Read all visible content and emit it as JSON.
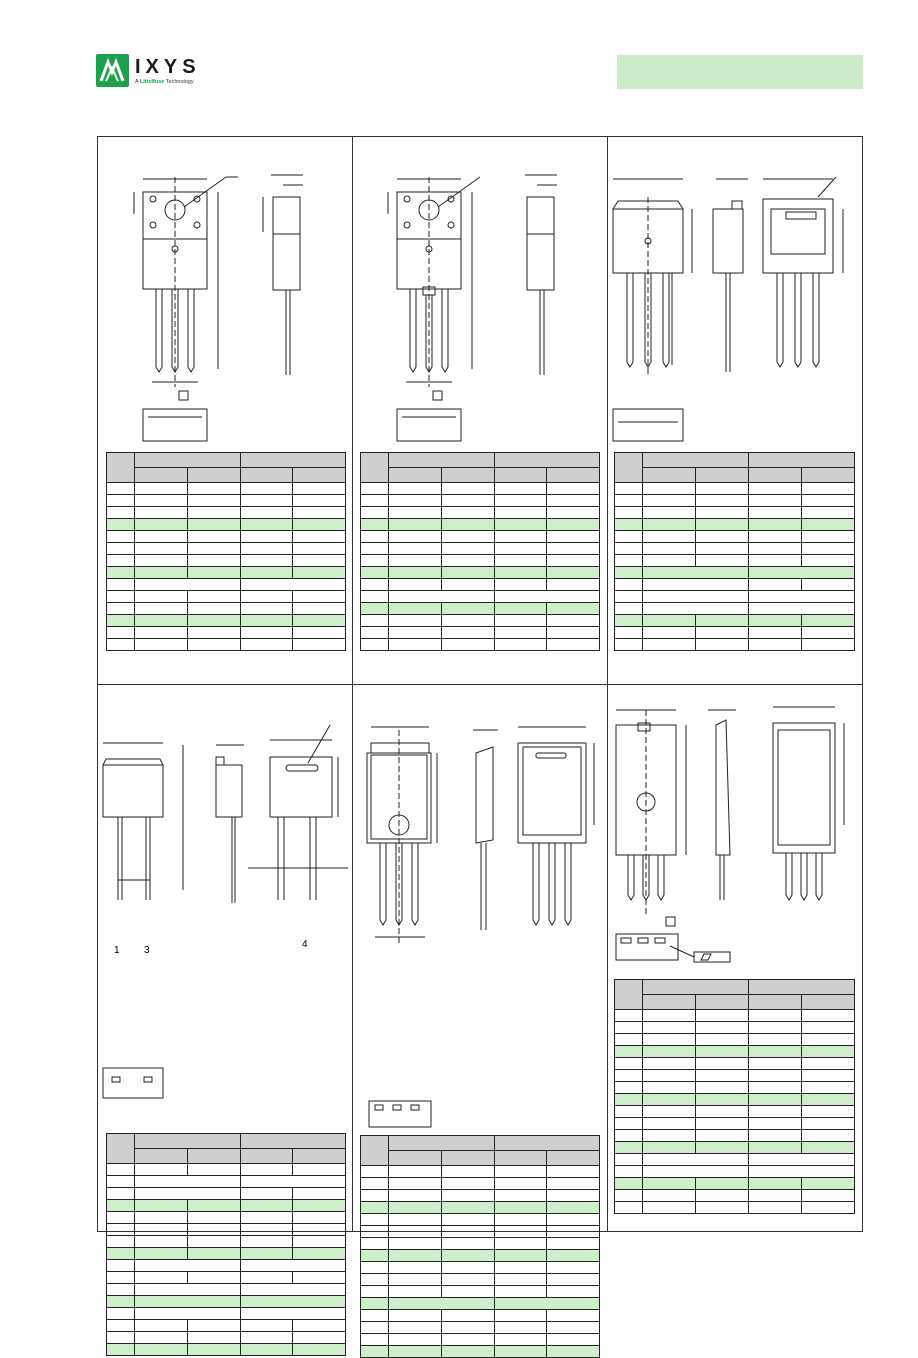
{
  "brand": {
    "name": "IXYS",
    "tagline_prefix": "A ",
    "tagline_brand": "Littelfuse",
    "tagline_suffix": " Technology",
    "logo_color": "#1aa24a"
  },
  "header_band_color": "#ccebc8",
  "table_highlight_color": "#cfeecb",
  "table_header_color": "#cfcfcf",
  "pin_labels": {
    "pin1": "1",
    "pin3": "3",
    "pin4": "4"
  }
}
